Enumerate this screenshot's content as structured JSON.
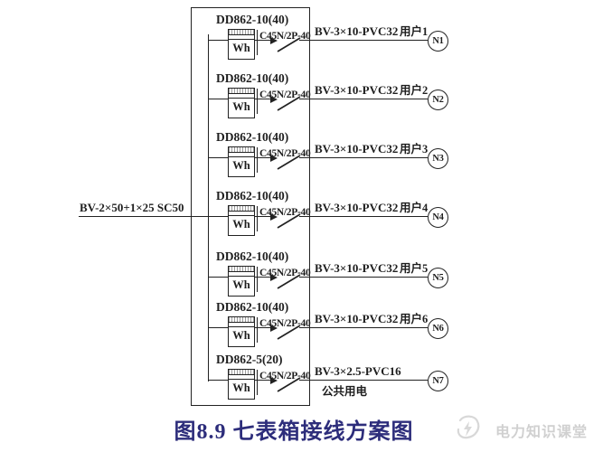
{
  "title": "图8.9 七表箱接线方案图",
  "feeder": {
    "cable": "BV-2×50+1×25 SC50"
  },
  "meter_label": "Wh",
  "rows": [
    {
      "meter_model": "DD862-10(40)",
      "breaker": "C45N/2P-40",
      "cable": "BV-3×10-PVC32",
      "user": "用户1",
      "node": "N1"
    },
    {
      "meter_model": "DD862-10(40)",
      "breaker": "C45N/2P-40",
      "cable": "BV-3×10-PVC32",
      "user": "用户2",
      "node": "N2"
    },
    {
      "meter_model": "DD862-10(40)",
      "breaker": "C45N/2P-40",
      "cable": "BV-3×10-PVC32",
      "user": "用户3",
      "node": "N3"
    },
    {
      "meter_model": "DD862-10(40)",
      "breaker": "C45N/2P-40",
      "cable": "BV-3×10-PVC32",
      "user": "用户4",
      "node": "N4"
    },
    {
      "meter_model": "DD862-10(40)",
      "breaker": "C45N/2P-40",
      "cable": "BV-3×10-PVC32",
      "user": "用户5",
      "node": "N5"
    },
    {
      "meter_model": "DD862-10(40)",
      "breaker": "C45N/2P-40",
      "cable": "BV-3×10-PVC32",
      "user": "用户6",
      "node": "N6"
    },
    {
      "meter_model": "DD862-5(20)",
      "breaker": "C45N/2P-40",
      "cable": "BV-3×2.5-PVC16",
      "note": "公共用电",
      "node": "N7"
    }
  ],
  "watermark": {
    "text": "电力知识课堂",
    "logo": "lightning-logo-icon"
  },
  "colors": {
    "line": "#222222",
    "title": "#2d2d7b",
    "watermark": "#d0d0d0",
    "background": "#ffffff"
  }
}
